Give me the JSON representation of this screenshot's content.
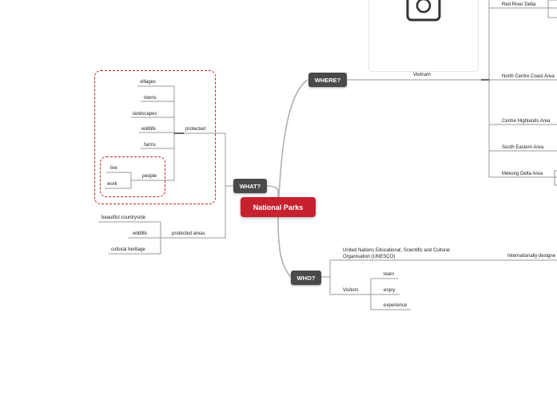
{
  "root": {
    "label": "National Parks"
  },
  "branches": {
    "what": "WHAT?",
    "where": "WHERE?",
    "who": "WHO?"
  },
  "what": {
    "protected": "protected",
    "protected_items": [
      "villages",
      "towns",
      "landscapes",
      "wildlife",
      "farms"
    ],
    "people": "people",
    "people_items": [
      "live",
      "work"
    ],
    "protected_areas": "protected areas",
    "area_items": [
      "beautiful countryside",
      "wildlife",
      "cultural heritage"
    ]
  },
  "where": {
    "country": "Vietnam",
    "regions": [
      "Red River Delta",
      "North Centre Coast Area",
      "Centre Highlands Area",
      "South Eastern Area",
      "Mekong Delta Area"
    ],
    "image_icon": "camera-icon"
  },
  "who": {
    "unesco": "United Nations Educational, Scientific and Cultural Organisation (UNESCO)",
    "unesco_child": "Internationally designe",
    "visitors": "Visitors",
    "visitor_items": [
      "learn",
      "enjoy",
      "experience"
    ]
  },
  "colors": {
    "root": "#c7202f",
    "node": "#4a4a4a",
    "dash": "#c7202f",
    "line": "#9a9a9a"
  }
}
